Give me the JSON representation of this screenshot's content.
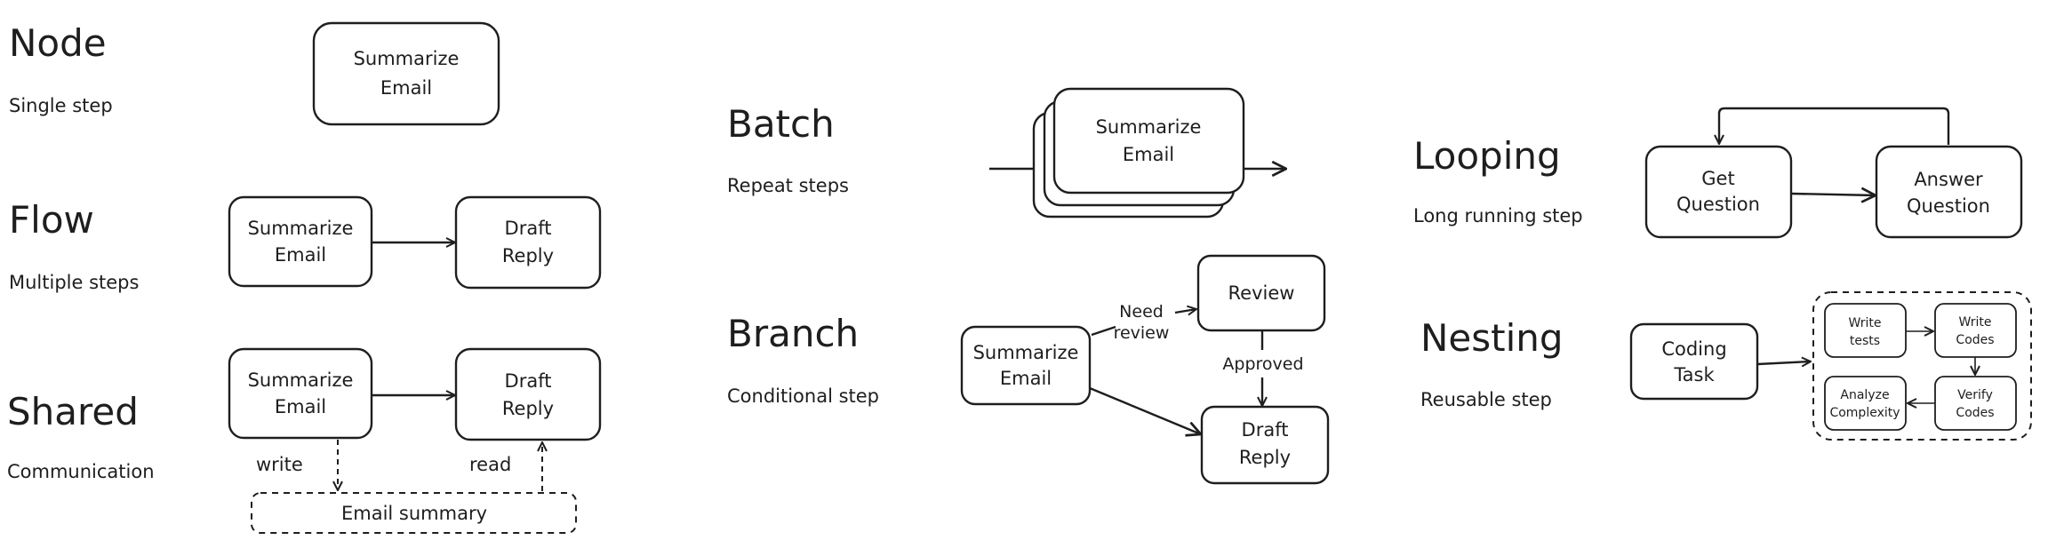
{
  "sections": {
    "node": {
      "title": "Node",
      "subtitle": "Single step"
    },
    "flow": {
      "title": "Flow",
      "subtitle": "Multiple steps"
    },
    "shared": {
      "title": "Shared",
      "subtitle": "Communication"
    },
    "batch": {
      "title": "Batch",
      "subtitle": "Repeat steps"
    },
    "branch": {
      "title": "Branch",
      "subtitle": "Conditional step"
    },
    "looping": {
      "title": "Looping",
      "subtitle": "Long running step"
    },
    "nesting": {
      "title": "Nesting",
      "subtitle": "Reusable step"
    }
  },
  "nodes": {
    "node_summarize": [
      "Summarize",
      "Email"
    ],
    "flow_summarize": [
      "Summarize",
      "Email"
    ],
    "flow_draft": [
      "Draft",
      "Reply"
    ],
    "shared_summarize": [
      "Summarize",
      "Email"
    ],
    "shared_draft": [
      "Draft",
      "Reply"
    ],
    "shared_store": [
      "Email summary"
    ],
    "batch_summarize": [
      "Summarize",
      "Email"
    ],
    "branch_summarize": [
      "Summarize",
      "Email"
    ],
    "branch_review": [
      "Review"
    ],
    "branch_draft": [
      "Draft",
      "Reply"
    ],
    "loop_get": [
      "Get",
      "Question"
    ],
    "loop_answer": [
      "Answer",
      "Question"
    ],
    "nest_coding": [
      "Coding",
      "Task"
    ],
    "nest_write_tests": [
      "Write",
      "tests"
    ],
    "nest_write_codes": [
      "Write",
      "Codes"
    ],
    "nest_verify": [
      "Verify",
      "Codes"
    ],
    "nest_analyze": [
      "Analyze",
      "Complexity"
    ]
  },
  "edge_labels": {
    "write": "write",
    "read": "read",
    "need_review": [
      "Need",
      "review"
    ],
    "approved": "Approved"
  }
}
